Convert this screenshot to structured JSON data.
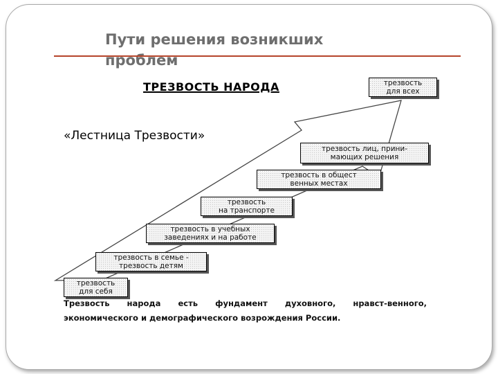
{
  "slide": {
    "title": "Пути решения возникших проблем"
  },
  "diagram": {
    "main_heading": "ТРЕЗВОСТЬ НАРОДА",
    "ladder_title": "«Лестница Трезвости»",
    "steps": [
      {
        "label": "трезвость\nдля себя"
      },
      {
        "label": "трезвость в семье -\nтрезвость детям"
      },
      {
        "label": "трезвость в учебных\nзаведениях и на работе"
      },
      {
        "label": "трезвость\nна транспорте"
      },
      {
        "label": "трезвость в общест\nвенных местах"
      },
      {
        "label": "трезвость лиц, прини-\nмающих решения"
      },
      {
        "label": "трезвость\nдля всех"
      }
    ],
    "conclusion": "Трезвость народа есть фундамент духовного, нравст-венного, экономического и демографического возрождения России."
  }
}
